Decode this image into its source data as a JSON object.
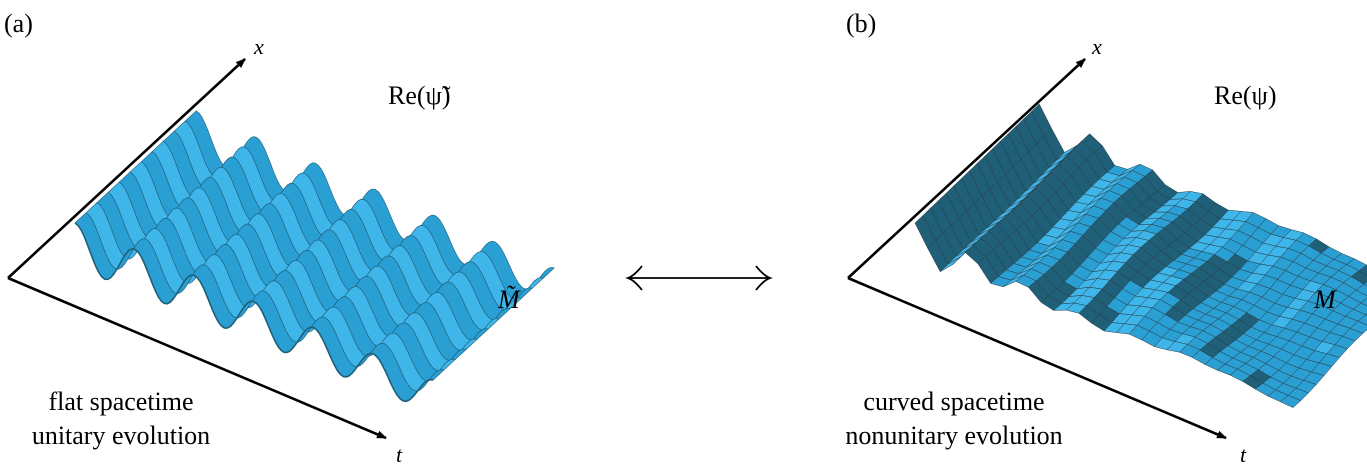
{
  "panel_a": {
    "tag": "(a)",
    "axis_x": "x",
    "axis_t": "t",
    "field_label": "Re(ψ̃)",
    "manifold_label": "M̃",
    "caption_line1": "flat spacetime",
    "caption_line2": "unitary evolution"
  },
  "panel_b": {
    "tag": "(b)",
    "axis_x": "x",
    "axis_t": "t",
    "field_label": "Re(ψ)",
    "manifold_label": "M",
    "caption_line1": "curved spacetime",
    "caption_line2": "nonunitary evolution"
  },
  "colors": {
    "surface_light": "#3fb6ea",
    "surface_mid": "#2a9fd3",
    "surface_dark": "#1f5f78",
    "mesh_line": "#2b3a44"
  },
  "connector_icon": "double-headed-arrow-icon"
}
